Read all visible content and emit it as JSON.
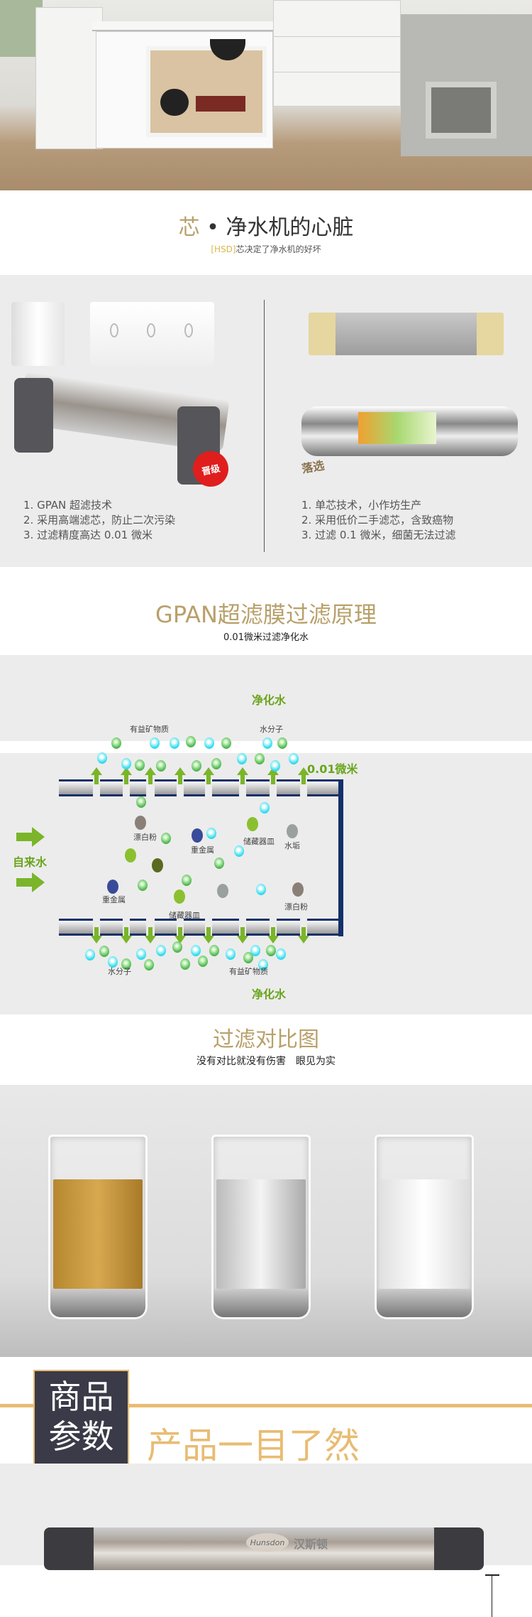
{
  "hero": {
    "image": "kitchen-with-water-purifier"
  },
  "core": {
    "title_accent": "芯",
    "title_sep": "•",
    "title_rest": "净水机的心脏",
    "subtitle_accent": "[HSD]",
    "subtitle_rest": "芯决定了净水机的好坏"
  },
  "compare": {
    "left": {
      "badge": "晋级",
      "items": [
        "1. GPAN 超滤技术",
        "2. 采用高端滤芯，防止二次污染",
        "3. 过滤精度高达 0.01 微米"
      ]
    },
    "right": {
      "badge": "落选",
      "items": [
        "1. 单芯技术，小作坊生产",
        "2. 采用低价二手滤芯，含致癌物",
        "3. 过滤 0.1 微米，细菌无法过滤"
      ]
    }
  },
  "principle": {
    "title": "GPAN超滤膜过滤原理",
    "subtitle": "0.01微米过滤净化水"
  },
  "diagram": {
    "top_output": "净化水",
    "bottom_output": "净化水",
    "input": "自来水",
    "precision": "0.01微米",
    "labels": {
      "minerals_top": "有益矿物质",
      "water_top": "水分子",
      "minerals_bottom": "有益矿物质",
      "water_bottom": "水分子",
      "bleach1": "漂白粉",
      "heavy1": "重金属",
      "container1": "储藏器皿",
      "scale": "水垢",
      "heavy2": "重金属",
      "container2": "储藏器皿",
      "bleach2": "漂白粉"
    }
  },
  "comparison": {
    "title": "过滤对比图",
    "subtitle": "没有对比就没有伤害　眼见为实"
  },
  "params": {
    "box_line1": "商品",
    "box_line2": "参数",
    "heading": "产品一目了然",
    "brand_en": "Hunsdon",
    "brand_cn": "汉斯顿"
  },
  "colors": {
    "gold": "#b8a06a",
    "green": "#6aa51c",
    "navy": "#15306a",
    "dark_box": "#3a3a48",
    "param_gold": "#e8bc72"
  }
}
